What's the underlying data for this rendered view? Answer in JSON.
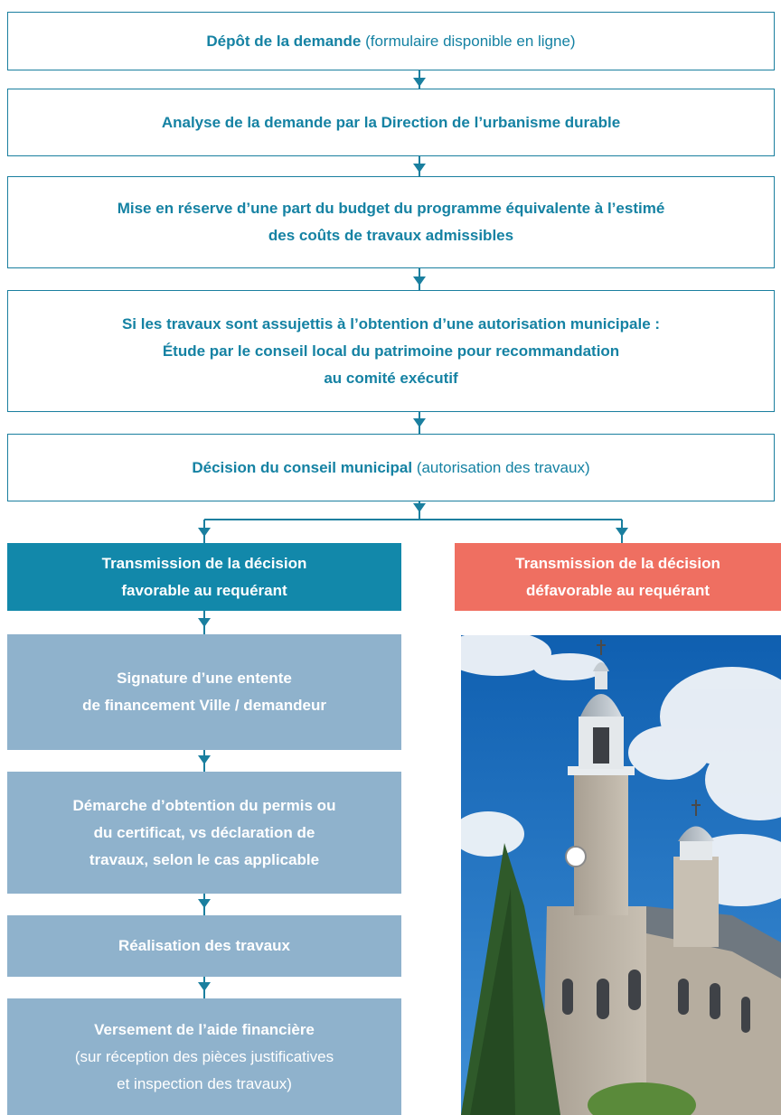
{
  "steps": {
    "depot": {
      "bold": "Dépôt de la demande",
      "normal": " (formulaire disponible en ligne)"
    },
    "analyse": {
      "text": "Analyse de la demande par la Direction de l’urbanisme durable"
    },
    "reserve": {
      "line1": "Mise en réserve d’une part du budget du programme équivalente à l’estimé",
      "line2": "des coûts de travaux admissibles"
    },
    "etude": {
      "line1": "Si les travaux sont assujettis à l’obtention d’une autorisation municipale :",
      "line2": "Étude par le conseil local du patrimoine pour recommandation",
      "line3": "au comité exécutif"
    },
    "decision": {
      "bold": "Décision du conseil municipal",
      "normal": " (autorisation des travaux)"
    },
    "favorable": {
      "line1": "Transmission de la décision",
      "line2": "favorable au requérant",
      "color": "#1288aa"
    },
    "defavorable": {
      "line1": "Transmission de la décision",
      "line2": "défavorable au requérant",
      "color": "#ef6f61"
    },
    "signature": {
      "line1": "Signature d’une entente",
      "line2": "de financement Ville / demandeur"
    },
    "permis": {
      "line1": "Démarche d’obtention du permis ou",
      "line2": "du certificat, vs déclaration de",
      "line3": "travaux, selon le cas applicable"
    },
    "realisation": {
      "text": "Réalisation des travaux"
    },
    "versement": {
      "line1": "Versement de l’aide financière",
      "line2": "(sur réception des pièces justificatives",
      "line3": "et inspection des travaux)"
    }
  },
  "colors": {
    "teal": "#1582a3",
    "connector": "#1a7f9f",
    "light_step": "#8fb2cc"
  },
  "photo": {
    "subject": "church-with-twin-steeples"
  }
}
